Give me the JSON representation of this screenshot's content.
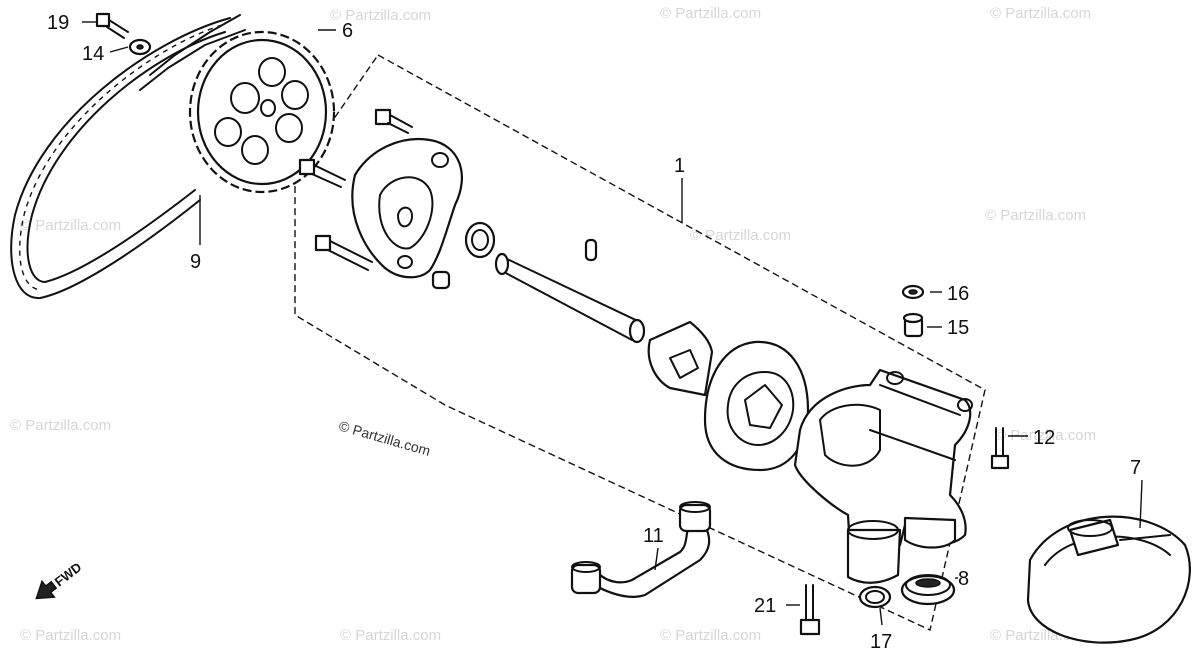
{
  "watermark": "© Partzilla.com",
  "copyright": "© Partzilla.com",
  "direction_label": "FWD",
  "callouts": {
    "c1": "1",
    "c6": "6",
    "c7": "7",
    "c8": "8",
    "c9": "9",
    "c11": "11",
    "c12": "12",
    "c14": "14",
    "c15": "15",
    "c16": "16",
    "c17": "17",
    "c19": "19",
    "c21": "21"
  }
}
